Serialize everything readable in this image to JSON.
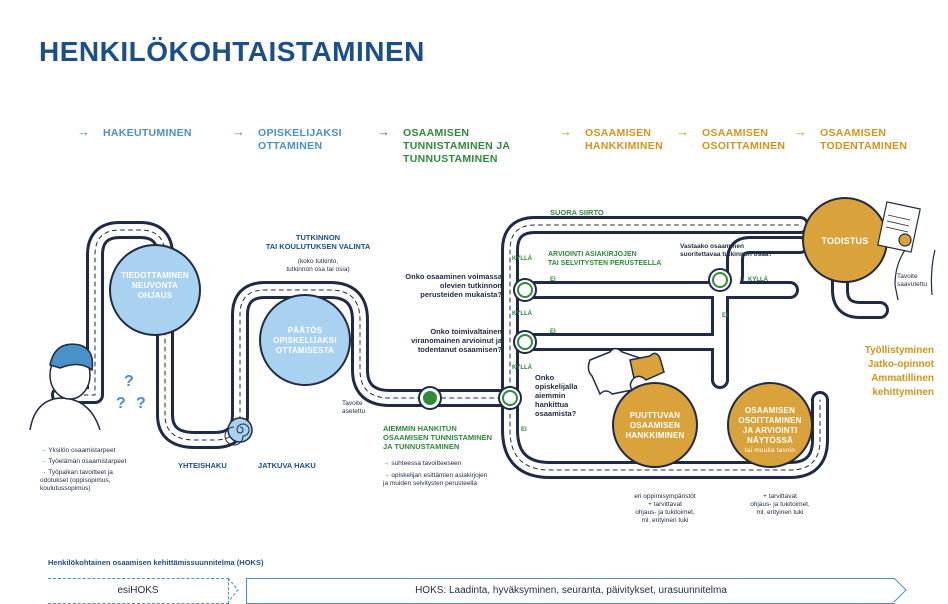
{
  "title": "HENKILÖKOHTAISTAMINEN",
  "phases": [
    {
      "label_l1": "HAKEUTUMINEN",
      "label_l2": "",
      "label_l3": ""
    },
    {
      "label_l1": "OPISKELIJAKSI",
      "label_l2": "OTTAMINEN",
      "label_l3": ""
    },
    {
      "label_l1": "OSAAMISEN",
      "label_l2": "TUNNISTAMINEN JA",
      "label_l3": "TUNNUSTAMINEN"
    },
    {
      "label_l1": "OSAAMISEN",
      "label_l2": "HANKKIMINEN",
      "label_l3": ""
    },
    {
      "label_l1": "OSAAMISEN",
      "label_l2": "OSOITTAMINEN",
      "label_l3": ""
    },
    {
      "label_l1": "OSAAMISEN",
      "label_l2": "TODENTAMINEN",
      "label_l3": ""
    }
  ],
  "colors": {
    "blue": "#4a90c9",
    "light_blue": "#a9d2f0",
    "green": "#2e8b3a",
    "gold": "#d9a23a",
    "navy": "#1f2a44"
  },
  "circles": {
    "tiedottaminen": [
      "TIEDOTTAMINEN",
      "NEUVONTA",
      "OHJAUS"
    ],
    "paatos": [
      "PÄÄTÖS",
      "OPISKELIJAKSI",
      "OTTAMISESTA"
    ],
    "puuttuvan": [
      "PUUTTUVAN",
      "OSAAMISEN",
      "HANKKIMINEN"
    ],
    "osoittaminen": [
      "OSAAMISEN",
      "OSOITTAMINEN",
      "JA ARVIOINTI",
      "NÄYTÖSSÄ"
    ],
    "osoittaminen_sub": "tai muulla tavoin",
    "todistus": "TODISTUS"
  },
  "person_needs": [
    "Yksilön osaamistarpeet",
    "Työelämän osaamistarpeet",
    "Työpaikan tavoitteet ja odotukset (oppisopimus, koulutussopimus)"
  ],
  "yhteishaku": "YHTEISHAKU",
  "jatkuva_haku": "JATKUVA HAKU",
  "tutkinnon_valinta": [
    "TUTKINNON",
    "TAI KOULUTUKSEN VALINTA"
  ],
  "tutkinnon_sub": [
    "(koko tutkinto,",
    "tutkinnon osa tai osia)"
  ],
  "tavoite_asetettu": [
    "Tavoite",
    "asetettu"
  ],
  "aiemmin_hankitun": [
    "AIEMMIN HANKITUN",
    "OSAAMISEN TUNNISTAMINEN",
    "JA TUNNUSTAMINEN"
  ],
  "aiemmin_bullets": [
    "suhteessa tavoitteeseen",
    "opiskelijan esittämien asiakirjojen ja muiden selvitysten perusteella"
  ],
  "suora_siirto": "SUORA SIIRTO",
  "arviointi_asiakirjojen": [
    "ARVIOINTI ASIAKIRJOJEN",
    "TAI SELVITYSTEN PERUSTEELLA"
  ],
  "vastaako": [
    "Vastaako osaaminen",
    "suoritettavaa tutkinnon osaa?"
  ],
  "questions": {
    "q1": [
      "Onko osaaminen voimassa",
      "olevien tutkinnon",
      "perusteiden mukaista?"
    ],
    "q2": [
      "Onko toimivaltainen",
      "viranomainen arvioinut ja",
      "todentanut osaamisen?"
    ],
    "q3": [
      "Onko",
      "opiskelijalla",
      "aiemmin",
      "hankittua",
      "osaamista?"
    ]
  },
  "kylla": "KYLLÄ",
  "ei": "EI",
  "puuttuvan_notes": [
    "eri oppimisympäristöt",
    "+ tarvittavat",
    "ohjaus- ja tukitoimet,",
    "ml. erityinen tuki"
  ],
  "osoittaminen_notes": [
    "+ tarvittavat",
    "ohjaus- ja tukitoimet,",
    "ml. erityinen tuki"
  ],
  "tavoite_saavutettu": [
    "Tavoite",
    "saavutettu"
  ],
  "outcomes": [
    "Työllistyminen",
    "Jatko-opinnot",
    "Ammatillinen",
    "kehittyminen"
  ],
  "footer_caption": "Henkilökohtainen osaamisen kehittämissuunnitelma (HOKS)",
  "esihoks": "esiHOKS",
  "hoks": "HOKS: Laadinta, hyväksyminen, seuranta, päivitykset, urasuunnitelma"
}
